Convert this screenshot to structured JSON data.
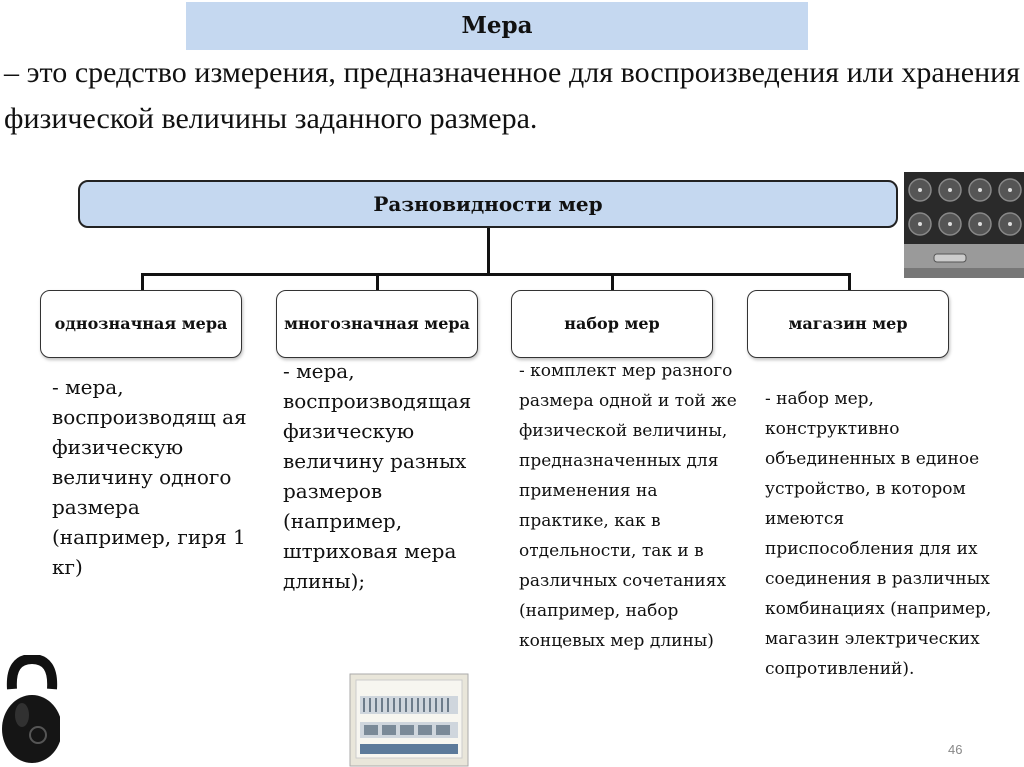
{
  "title": "Мера",
  "definition": "– это средство измерения, предназначенное для воспроизведения или хранения физической величины заданного размера.",
  "diagram": {
    "root": "Разновидности мер",
    "categories": [
      {
        "label": "однозначная мера",
        "description": "- мера, воспроизводящ ая физическую величину одного размера (например, гиря 1 кг)"
      },
      {
        "label": "многозначная мера",
        "description": "- мера, воспроизводящая физическую величину разных размеров (например, штриховая мера длины);"
      },
      {
        "label": "набор мер",
        "description": "- комплект мер разного размера одной и той же физической величины, предназначенных для применения на практике, как в отдельности, так и в различных сочетаниях (например, набор концевых мер длины)"
      },
      {
        "label": "магазин мер",
        "description": "- набор мер, конструктивно объединенных в единое устройство, в котором имеются приспособления для их соединения в различных комбинациях (например, магазин электрических сопротивлений)."
      }
    ]
  },
  "images": {
    "resistance_box": "resistance-box-photo",
    "kettlebell": "kettlebell-photo",
    "gauge_block_set": "gauge-block-set-photo"
  },
  "page_number": "46"
}
